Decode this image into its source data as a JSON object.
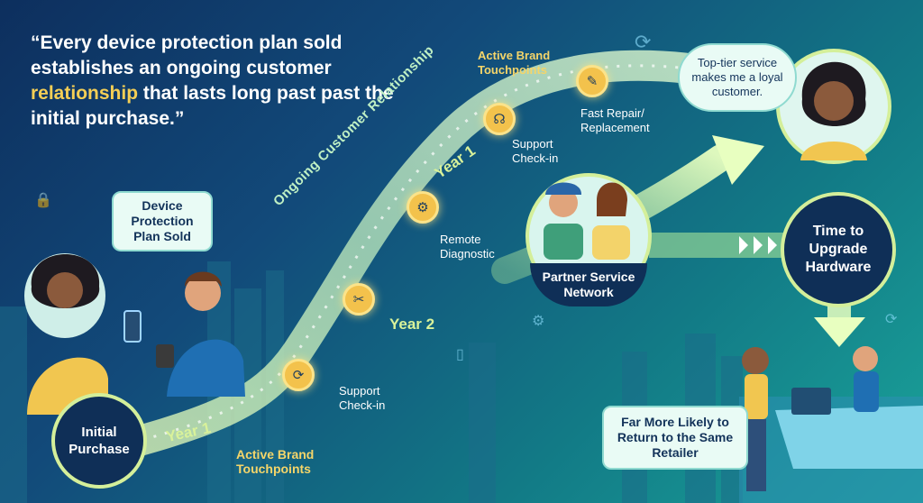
{
  "quote": {
    "open": "“Every device protection plan sold establishes an ongoing customer ",
    "highlight": "relationship",
    "close": " that lasts long past past the initial purchase.”"
  },
  "nodes": {
    "initial_purchase": "Initial Purchase",
    "partner_network": "Partner Service Network",
    "upgrade": "Time to Upgrade Hardware"
  },
  "bubbles": {
    "plan_sold": "Device Protection Plan Sold",
    "testimonial": "Top-tier service makes me a loyal customer.",
    "return": "Far More Likely to Return to the Same Retailer"
  },
  "arc_label": "Ongoing Customer Relationship",
  "years": {
    "year1_bottom": "Year 1",
    "year2": "Year 2",
    "year1_top": "Year 1"
  },
  "touchpoints": {
    "brand_bottom": "Active Brand Touchpoints",
    "support_bottom": "Support Check-in",
    "remote": "Remote Diagnostic",
    "support_top": "Support Check-in",
    "repair": "Fast Repair/ Replacement",
    "brand_top": "Active Brand Touchpoints"
  },
  "icons": {
    "arc1": "sync-icon",
    "arc2": "tools-icon",
    "arc3": "diagnostic-icon",
    "arc4": "headset-icon",
    "arc5": "wrench-icon"
  },
  "colors": {
    "accent_yellow": "#f5cf55",
    "path_green": "#d4ef9a",
    "node_navy": "#0f2f57",
    "bubble_bg": "#e9fbf5"
  }
}
